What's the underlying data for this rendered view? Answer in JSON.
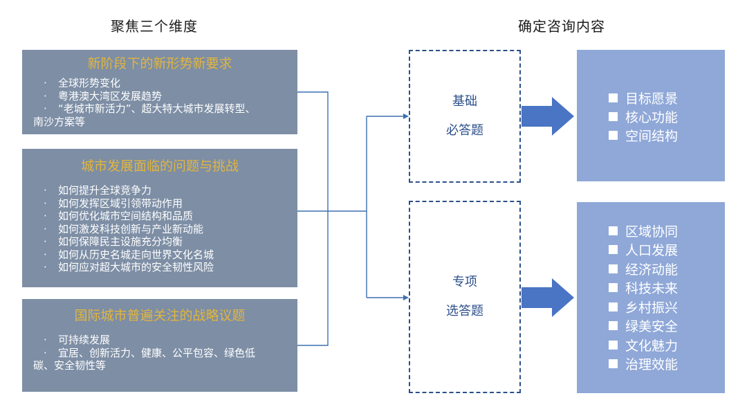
{
  "headings": {
    "left": "聚焦三个维度",
    "right": "确定咨询内容"
  },
  "dimensions": [
    {
      "title": "新阶段下的新形势新要求",
      "items": [
        "全球形势变化",
        "粤港澳大湾区发展趋势"
      ],
      "wrap_item": {
        "line1": "“老城市新活力”、超大特大城市发展转型、",
        "line2": "南沙方案等"
      }
    },
    {
      "title": "城市发展面临的问题与挑战",
      "items": [
        "如何提升全球竞争力",
        "如何发挥区域引领带动作用",
        "如何优化城市空间结构和品质",
        "如何激发科技创新与产业新动能",
        "如何保障民主设施充分均衡",
        "如何从历史名城走向世界文化名城",
        "如何应对超大城市的安全韧性风险"
      ]
    },
    {
      "title": "国际城市普遍关注的战略议题",
      "items": [
        "可持续发展"
      ],
      "wrap_item": {
        "line1": "宜居、创新活力、健康、公平包容、绿色低",
        "line2": "碳、安全韧性等"
      }
    }
  ],
  "question_types": [
    {
      "line1": "基础",
      "line2": "必答题"
    },
    {
      "line1": "专项",
      "line2": "选答题"
    }
  ],
  "contents": {
    "basic": [
      "目标愿景",
      "核心功能",
      "空间结构"
    ],
    "special": [
      "区域协同",
      "人口发展",
      "经济动能",
      "科技未来",
      "乡村振兴",
      "绿美安全",
      "文化魅力",
      "治理效能"
    ]
  },
  "colors": {
    "left_box": "#7d8ea5",
    "left_title": "#e2b53d",
    "connector": "#3c6fb0",
    "dashed_border": "#2b4f89",
    "arrow": "#4a74c4",
    "right_box": "#8fa8d8"
  }
}
